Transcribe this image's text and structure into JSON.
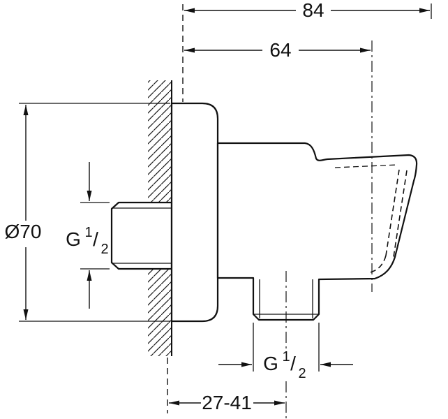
{
  "canvas": {
    "background": "#ffffff",
    "ink": "#111111"
  },
  "dimensions": {
    "total_depth": "84",
    "holder_center_depth": "64",
    "flange_diameter": "Ø70",
    "wall_to_outlet_range": "27-41"
  },
  "thread_label": {
    "prefix": "G",
    "numerator": "1",
    "slash": "/",
    "denominator": "2"
  }
}
